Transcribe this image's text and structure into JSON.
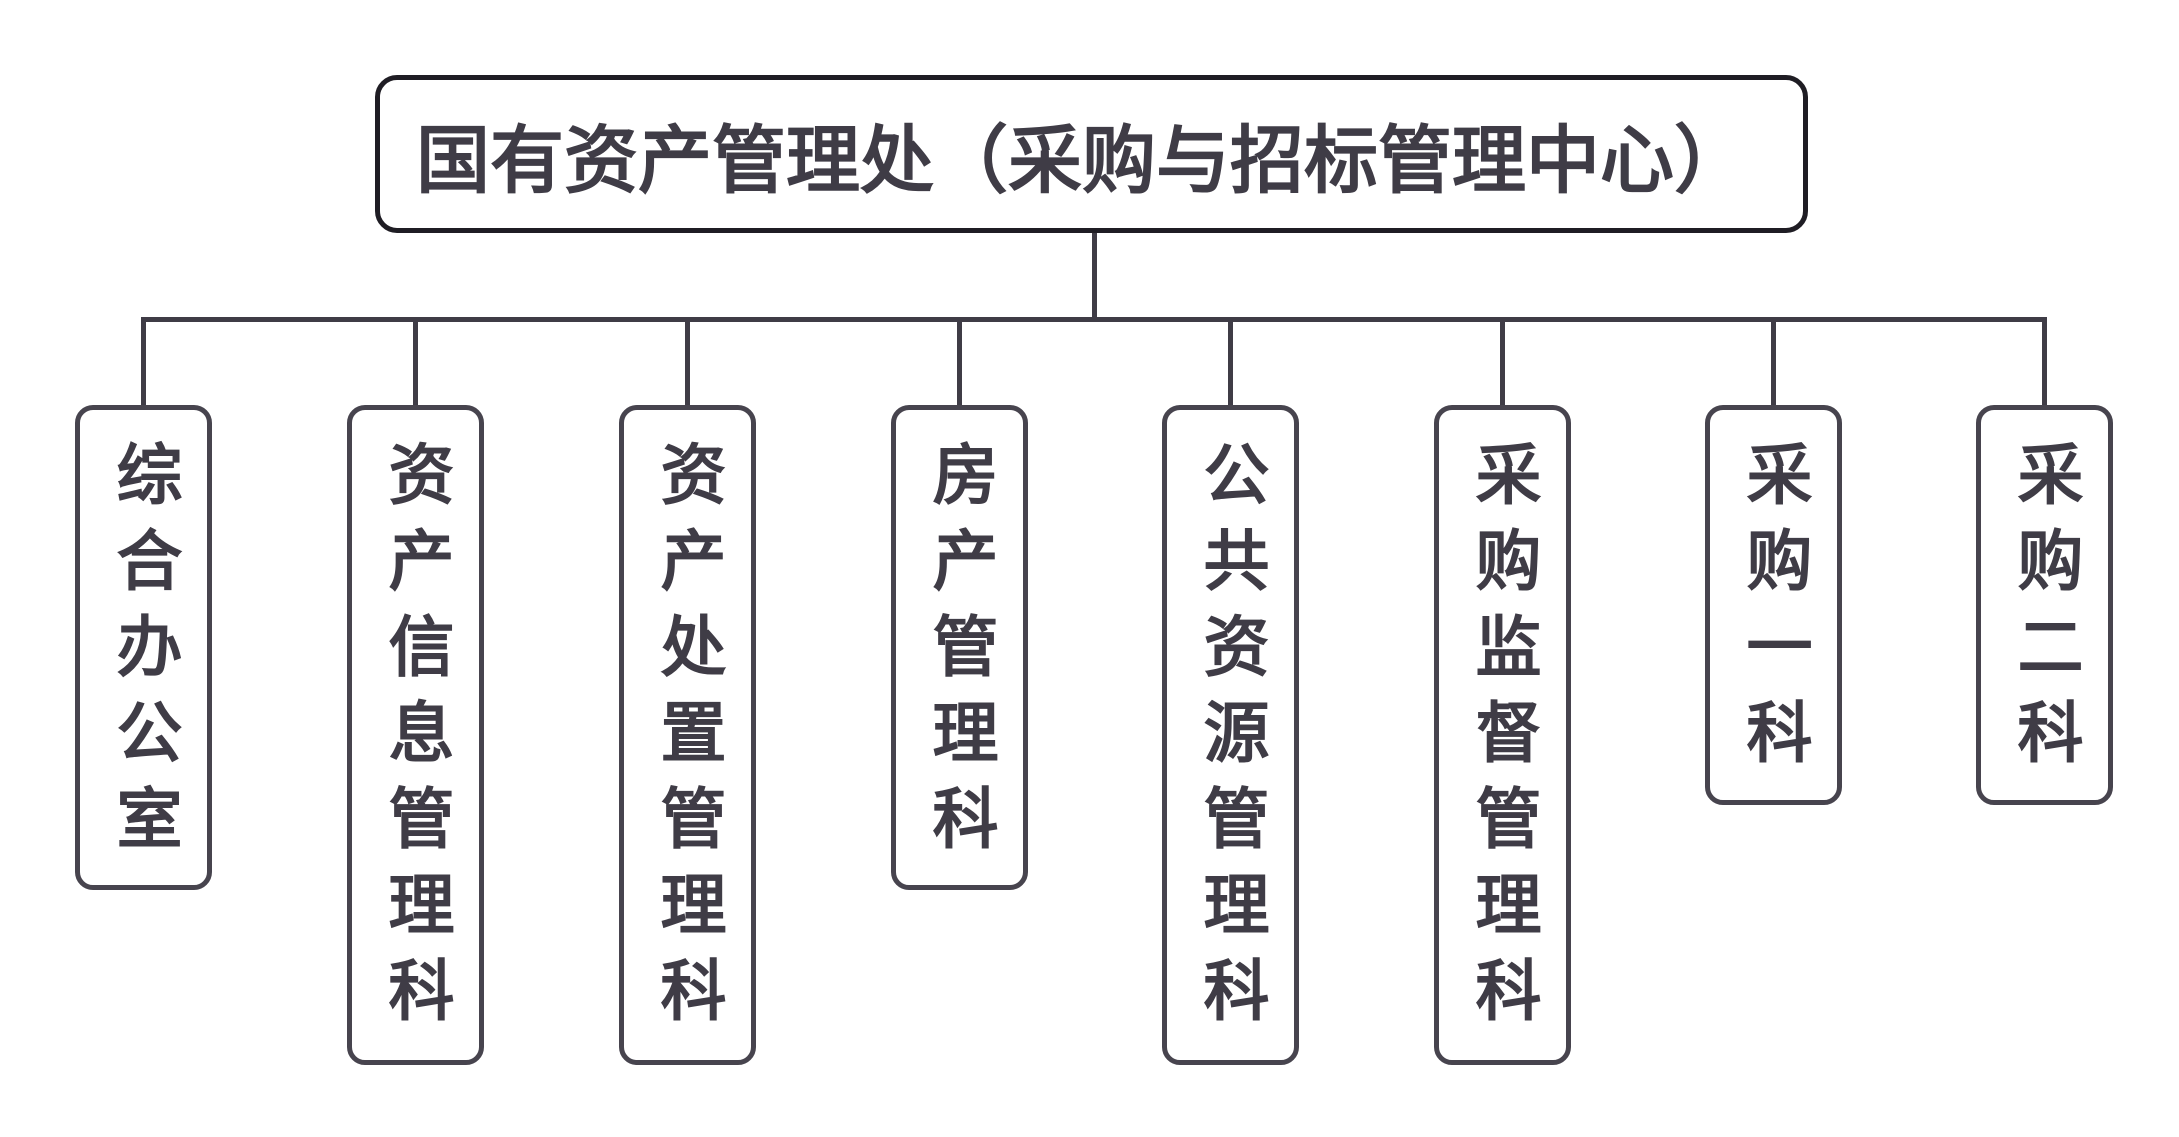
{
  "root": {
    "label": "国有资产管理处（采购与招标管理中心）"
  },
  "children": [
    {
      "label": "综合办公室"
    },
    {
      "label": "资产信息管理科"
    },
    {
      "label": "资产处置管理科"
    },
    {
      "label": "房产管理科"
    },
    {
      "label": "公共资源管理科"
    },
    {
      "label": "采购监督管理科"
    },
    {
      "label": "采购一科"
    },
    {
      "label": "采购二科"
    }
  ],
  "colors": {
    "line": "#3f3c46",
    "root_border": "#1f1d24",
    "child_border": "#47444e",
    "text": "#3f3c46",
    "background": "#ffffff"
  }
}
